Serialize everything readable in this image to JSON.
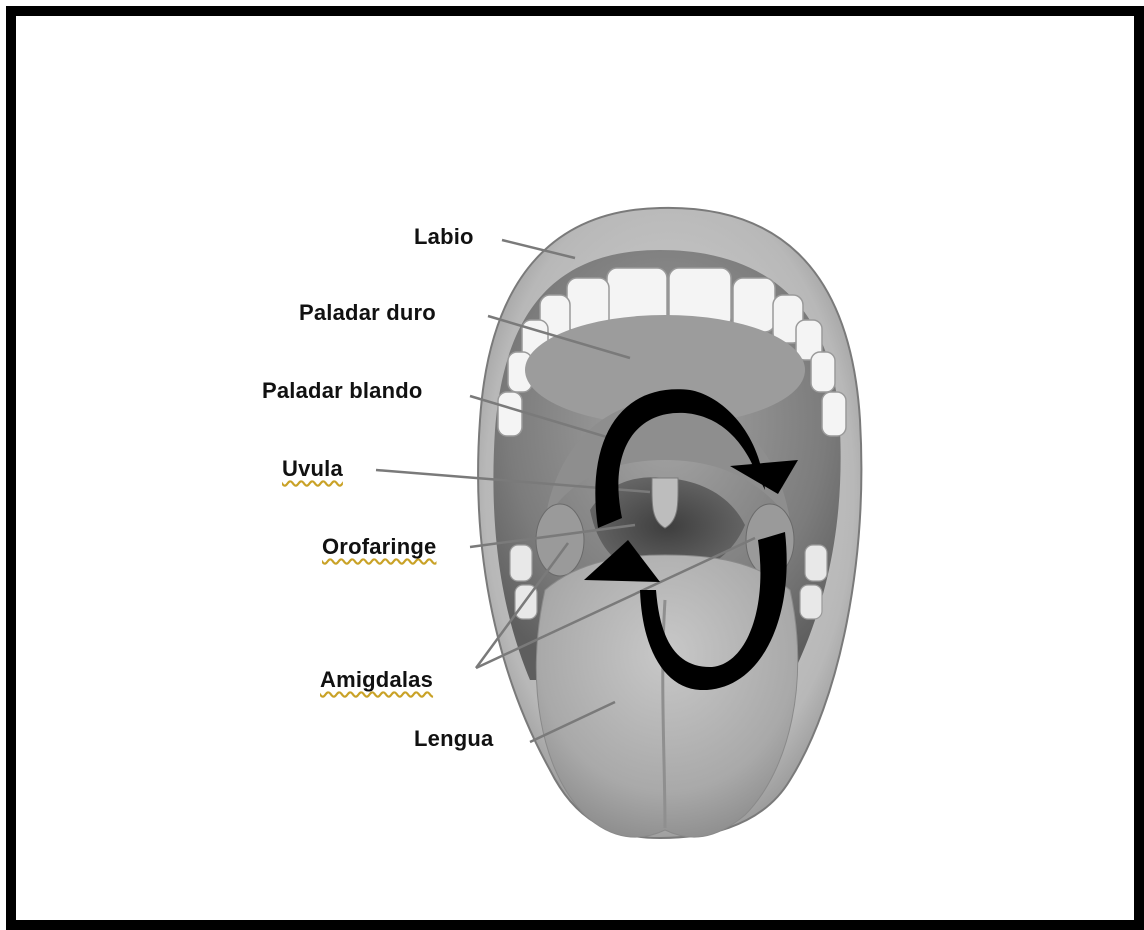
{
  "labels": {
    "labio": "Labio",
    "paladar_duro": "Paladar duro",
    "paladar_blando": "Paladar blando",
    "uvula": "Uvula",
    "orofaringe": "Orofaringe",
    "amigdalas": "Amigdalas",
    "lengua": "Lengua"
  },
  "icons": {
    "rotation": "circular-rotation-arrows-icon"
  },
  "colors": {
    "frame": "#000000",
    "lip": "#b9b9b9",
    "mouth_interior": "#8a8a8a",
    "tongue": "#b3b3b3",
    "teeth": "#f4f4f4",
    "arrows": "#000000"
  }
}
